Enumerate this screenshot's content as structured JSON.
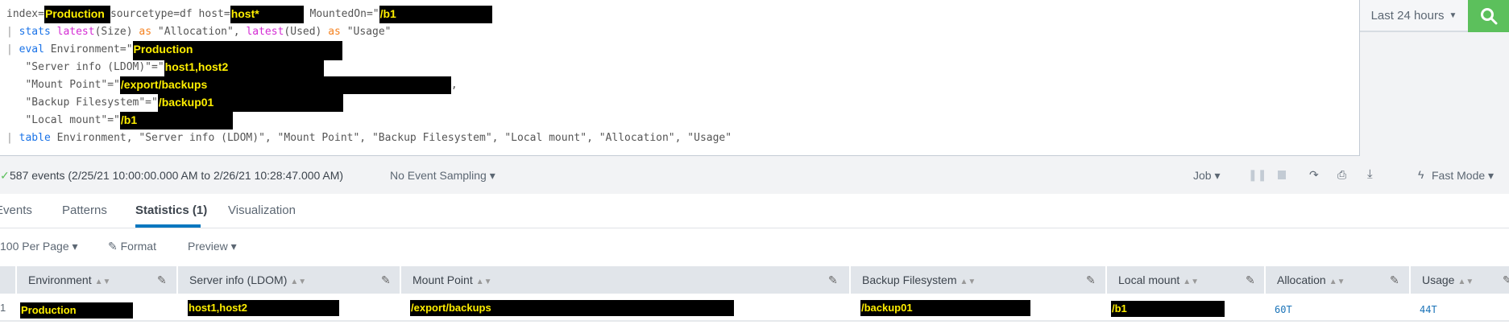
{
  "query": {
    "line1": {
      "a": "index=",
      "r1": "Production",
      "b": "sourcetype=df host=",
      "r2": "host*",
      "c": " MountedOn=\"",
      "r3": "/b1"
    },
    "line2": {
      "pipe": "| ",
      "cmd": "stats",
      "sp": " ",
      "fn1": "latest",
      "arg1": "(Size) ",
      "as1": "as",
      "s1": " \"Allocation\", ",
      "fn2": "latest",
      "arg2": "(Used) ",
      "as2": "as",
      "s2": " \"Usage\""
    },
    "line3": {
      "pipe": "| ",
      "cmd": "eval",
      "text": " Environment=\"",
      "r": "Production"
    },
    "line4": {
      "text": "   \"Server info (LDOM)\"=\"",
      "r": "host1,host2"
    },
    "line5": {
      "text": "   \"Mount Point\"=\"",
      "r": "/export/backups",
      "tail": ","
    },
    "line6": {
      "text": "   \"Backup Filesystem\"=\"",
      "r": "/backup01"
    },
    "line7": {
      "text": "   \"Local mount\"=\"",
      "r": "/b1"
    },
    "line8": {
      "pipe": "| ",
      "cmd": "table",
      "text": " Environment, \"Server info (LDOM)\", \"Mount Point\", \"Backup Filesystem\", \"Local mount\", \"Allocation\", \"Usage\""
    }
  },
  "time_picker": {
    "label": "Last 24 hours"
  },
  "status": {
    "check": "✓",
    "events": "587 events (2/25/21 10:00:00.000 AM to 2/26/21 10:28:47.000 AM)",
    "sampling": "No Event Sampling ▾",
    "job": "Job ▾",
    "mode": "Fast Mode ▾"
  },
  "tabs": [
    {
      "label": "Events"
    },
    {
      "label": "Patterns"
    },
    {
      "label": "Statistics (1)"
    },
    {
      "label": "Visualization"
    }
  ],
  "toolbar": {
    "per_page": "100 Per Page ▾",
    "format": "Format",
    "preview": "Preview ▾"
  },
  "table": {
    "columns": [
      "Environment",
      "Server info (LDOM)",
      "Mount Point",
      "Backup Filesystem",
      "Local mount",
      "Allocation",
      "Usage"
    ],
    "rows": [
      {
        "index": "1",
        "environment": "Production",
        "server": "host1,host2",
        "mount_point": "/export/backups",
        "backup_fs": "/backup01",
        "local_mount": "/b1",
        "allocation": "60T",
        "usage": "44T"
      }
    ]
  },
  "colors": {
    "accent": "#0877bf",
    "search_button": "#5cc05c",
    "link": "#1a73b8"
  }
}
